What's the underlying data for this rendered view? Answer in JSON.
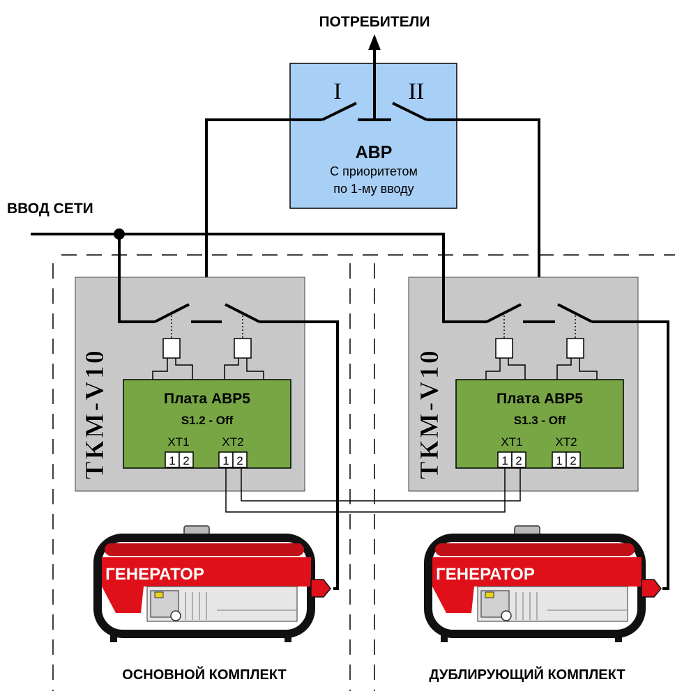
{
  "title_top": "ПОТРЕБИТЕЛИ",
  "grid_input_label": "ВВОД СЕТИ",
  "avr": {
    "title": "АВР",
    "line1": "С приоритетом",
    "line2": "по 1-му вводу",
    "input1": "I",
    "input2": "II"
  },
  "units": [
    {
      "vertical_label": "ТКМ-V10",
      "board_title": "Плата АВР5",
      "switch_setting": "S1.2 - Off",
      "xt1": "XT1",
      "xt2": "XT2",
      "pin1": "1",
      "pin2": "2",
      "generator_label": "ГЕНЕРАТОР",
      "set_label": "ОСНОВНОЙ КОМПЛЕКТ"
    },
    {
      "vertical_label": "ТКМ-V10",
      "board_title": "Плата АВР5",
      "switch_setting": "S1.3 - Off",
      "xt1": "XT1",
      "xt2": "XT2",
      "pin1": "1",
      "pin2": "2",
      "generator_label": "ГЕНЕРАТОР",
      "set_label": "ДУБЛИРУЮЩИЙ КОМПЛЕКТ"
    }
  ],
  "colors": {
    "avr_box": "#a8cff5",
    "panel": "#c8c8c8",
    "board": "#78a645",
    "generator_red": "#e0101a",
    "generator_frame": "#111111"
  }
}
